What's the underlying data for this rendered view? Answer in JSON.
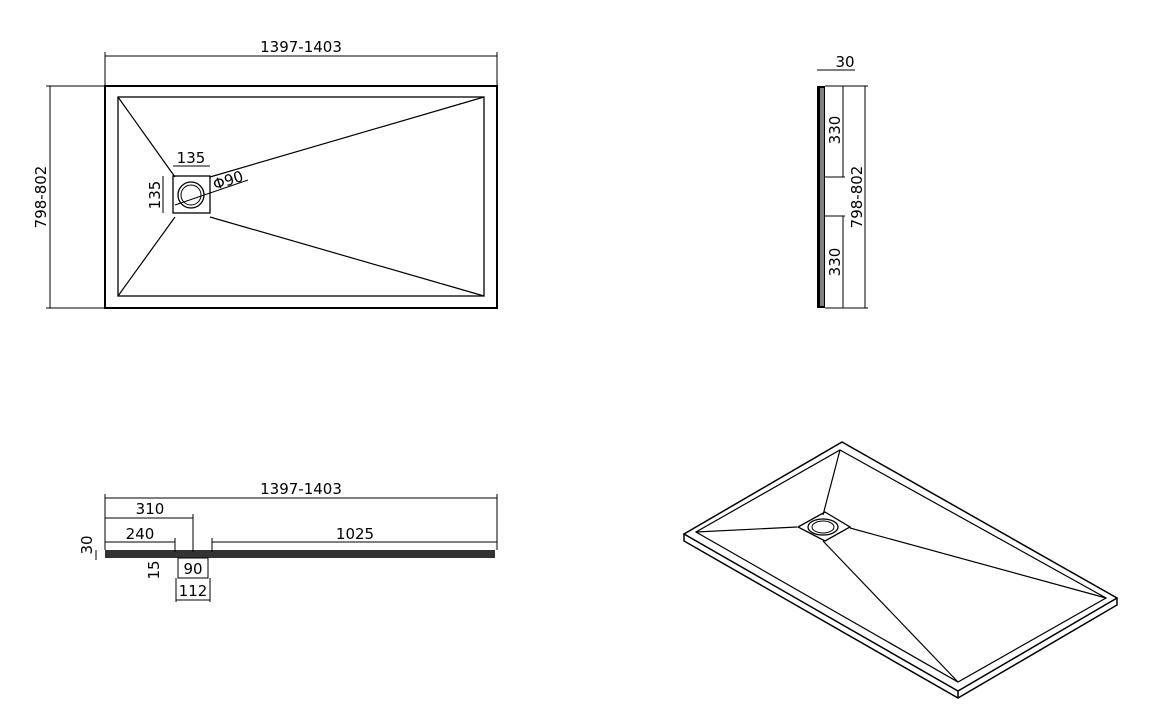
{
  "drawing": {
    "top_view": {
      "width_label": "1397-1403",
      "height_label": "798-802",
      "drain_width_label": "135",
      "drain_height_label": "135",
      "drain_diameter_label": "Φ90"
    },
    "side_view": {
      "thickness_label": "30",
      "upper_label": "330",
      "lower_label": "330",
      "height_label": "798-802"
    },
    "front_view": {
      "width_label": "1397-1403",
      "offset_310_label": "310",
      "offset_240_label": "240",
      "length_1025_label": "1025",
      "thickness_label": "30",
      "small_label": "15",
      "drain_inner_label": "90",
      "drain_outer_label": "112"
    }
  }
}
